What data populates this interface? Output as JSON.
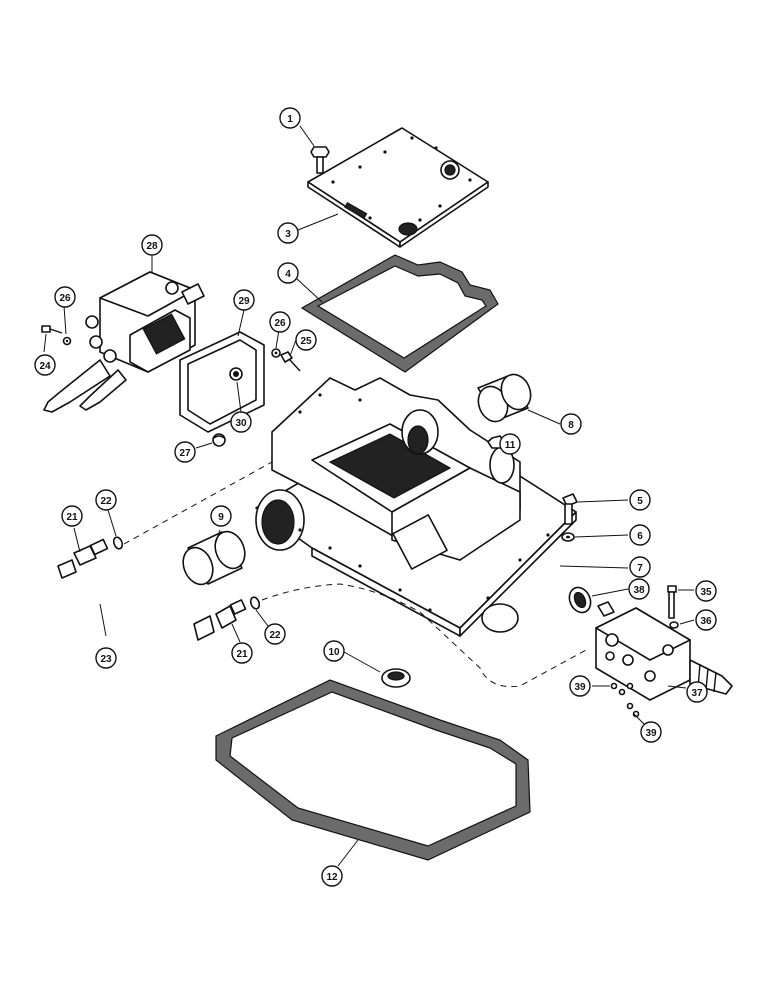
{
  "callouts": [
    {
      "id": "c1",
      "label": "1"
    },
    {
      "id": "c3",
      "label": "3"
    },
    {
      "id": "c4",
      "label": "4"
    },
    {
      "id": "c5",
      "label": "5"
    },
    {
      "id": "c6",
      "label": "6"
    },
    {
      "id": "c7",
      "label": "7"
    },
    {
      "id": "c8",
      "label": "8"
    },
    {
      "id": "c9",
      "label": "9"
    },
    {
      "id": "c10",
      "label": "10"
    },
    {
      "id": "c11",
      "label": "11"
    },
    {
      "id": "c12",
      "label": "12"
    },
    {
      "id": "c21a",
      "label": "21"
    },
    {
      "id": "c21b",
      "label": "21"
    },
    {
      "id": "c22a",
      "label": "22"
    },
    {
      "id": "c22b",
      "label": "22"
    },
    {
      "id": "c23",
      "label": "23"
    },
    {
      "id": "c24",
      "label": "24"
    },
    {
      "id": "c25",
      "label": "25"
    },
    {
      "id": "c26a",
      "label": "26"
    },
    {
      "id": "c26b",
      "label": "26"
    },
    {
      "id": "c27",
      "label": "27"
    },
    {
      "id": "c28",
      "label": "28"
    },
    {
      "id": "c29",
      "label": "29"
    },
    {
      "id": "c30",
      "label": "30"
    },
    {
      "id": "c35",
      "label": "35"
    },
    {
      "id": "c36",
      "label": "36"
    },
    {
      "id": "c37",
      "label": "37"
    },
    {
      "id": "c38",
      "label": "38"
    },
    {
      "id": "c39a",
      "label": "39"
    },
    {
      "id": "c39b",
      "label": "39"
    }
  ]
}
